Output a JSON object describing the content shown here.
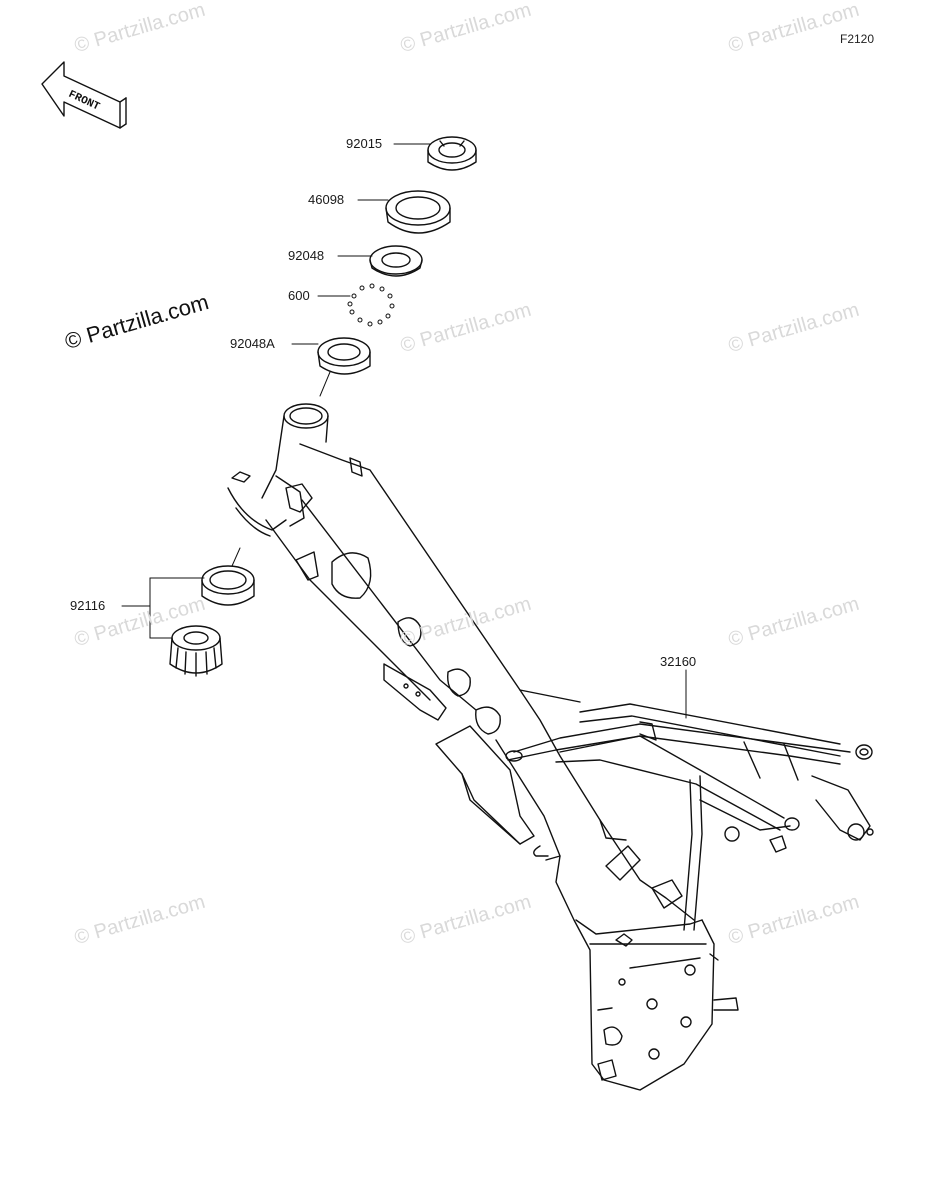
{
  "figure_code": "F2120",
  "front_arrow_label": "FRONT",
  "copyright_text": "© Partzilla.com",
  "watermark_text": "© Partzilla.com",
  "parts": [
    {
      "id": "p1",
      "number": "92015"
    },
    {
      "id": "p2",
      "number": "46098"
    },
    {
      "id": "p3",
      "number": "92048"
    },
    {
      "id": "p4",
      "number": "600"
    },
    {
      "id": "p5",
      "number": "92048A"
    },
    {
      "id": "p6",
      "number": "92116"
    },
    {
      "id": "p7",
      "number": "32160"
    }
  ]
}
